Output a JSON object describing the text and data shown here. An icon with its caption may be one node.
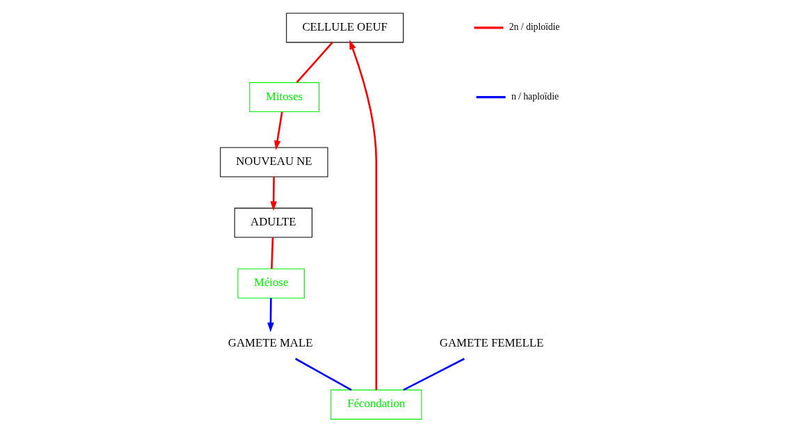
{
  "diagram": {
    "nodes": [
      {
        "text": [
          "CELLULE OEUF"
        ]
      },
      {
        "text": [
          "Mitoses"
        ]
      },
      {
        "text": [
          "Fécondation"
        ]
      },
      {
        "text": [
          "GAMETE FEMELLE"
        ]
      },
      {
        "text": [
          "GAMETE MALE"
        ]
      },
      {
        "text": [
          "NOUVEAU NE"
        ]
      },
      {
        "text": [
          "Méiose"
        ]
      },
      {
        "text": [
          "ADULTE"
        ]
      }
    ],
    "edges": [
      {
        "from": 2,
        "to": 0,
        "arrow": "to"
      },
      {
        "from": 0,
        "to": 1,
        "arrow": "none"
      },
      {
        "from": 1,
        "to": 5,
        "arrow": "to"
      },
      {
        "from": 5,
        "to": 7,
        "arrow": "to"
      },
      {
        "from": 7,
        "to": 6,
        "arrow": "none"
      },
      {
        "from": 6,
        "to": 4,
        "arrow": "to",
        "color": "#0000ff"
      },
      {
        "from": 3,
        "to": 2,
        "arrow": "none",
        "color": "#0000ff"
      },
      {
        "from": 4,
        "to": 2,
        "arrow": "none",
        "color": "#0000ff"
      }
    ],
    "legend": [
      {
        "text": "2n / diploïdie",
        "color": "#ff0000"
      },
      {
        "text": "n / haploïdie",
        "color": "#0000ff"
      }
    ]
  }
}
